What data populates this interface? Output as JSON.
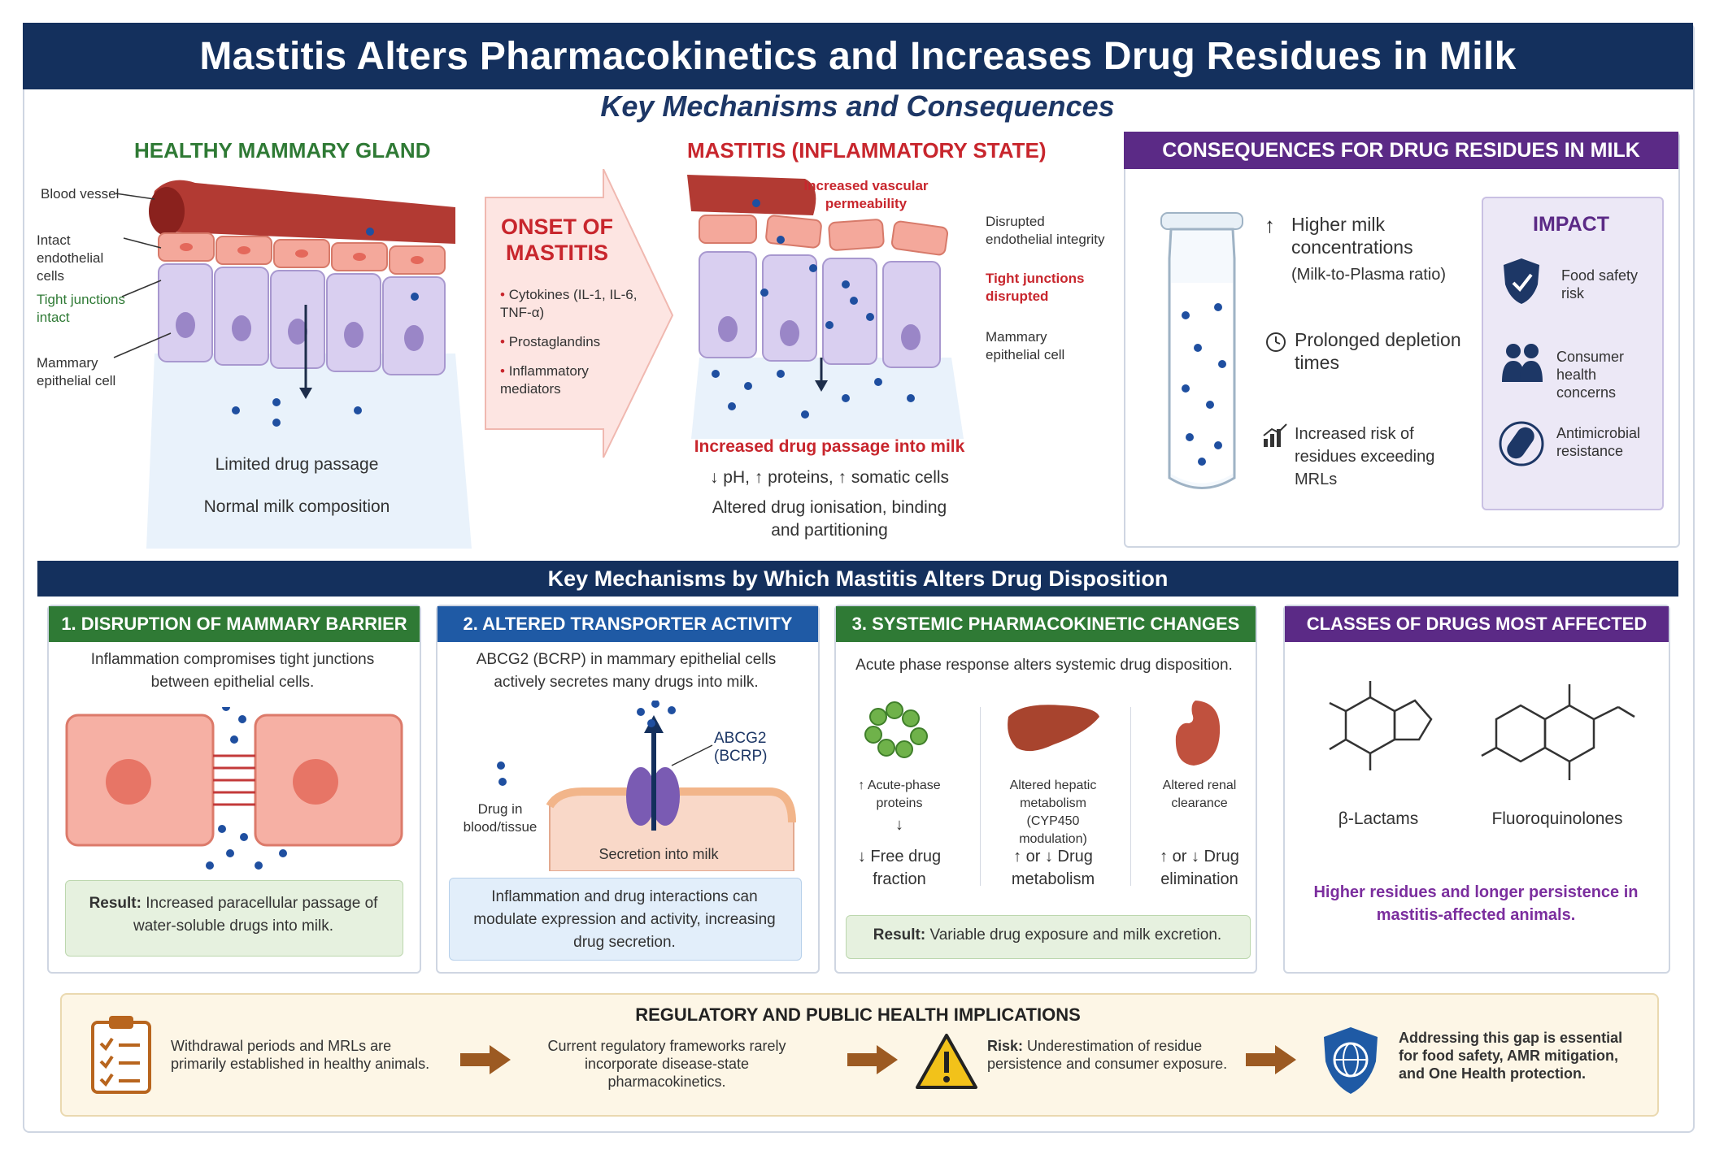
{
  "title": "Mastitis Alters Pharmacokinetics and Increases Drug Residues in Milk",
  "subtitle": "Key Mechanisms and Consequences",
  "healthy": {
    "heading": "HEALTHY MAMMARY GLAND",
    "labels": {
      "blood_vessel": "Blood vessel",
      "endothelial": "Intact endothelial cells",
      "tight_junctions": "Tight junctions intact",
      "epithelial": "Mammary epithelial cell"
    },
    "caption1": "Limited drug passage",
    "caption2": "Normal milk composition"
  },
  "onset": {
    "title": "ONSET OF MASTITIS",
    "items": [
      "Cytokines (IL-1, IL-6, TNF-α)",
      "Prostaglandins",
      "Inflammatory mediators"
    ]
  },
  "mastitis": {
    "heading": "MASTITIS (INFLAMMATORY STATE)",
    "labels": {
      "vascular": "Increased vascular permeability",
      "disrupted_endo": "Disrupted endothelial integrity",
      "tj_disrupted": "Tight junctions disrupted",
      "epithelial": "Mammary epithelial cell"
    },
    "caption_red": "Increased drug passage into milk",
    "caption2": "↓ pH, ↑ proteins, ↑ somatic cells",
    "caption3": "Altered drug ionisation, binding and partitioning"
  },
  "consequences": {
    "heading": "CONSEQUENCES FOR DRUG RESIDUES IN MILK",
    "items": [
      {
        "icon": "up-arrow-icon",
        "text": "Higher milk concentrations",
        "sub": "(Milk-to-Plasma ratio)"
      },
      {
        "icon": "clock-icon",
        "text": "Prolonged depletion times"
      },
      {
        "icon": "chart-up-icon",
        "text": "Increased risk of residues exceeding MRLs"
      }
    ],
    "impact": {
      "title": "IMPACT",
      "items": [
        {
          "icon": "shield-icon",
          "text": "Food safety risk"
        },
        {
          "icon": "people-icon",
          "text": "Consumer health concerns"
        },
        {
          "icon": "capsule-icon",
          "text": "Antimicrobial resistance"
        }
      ]
    }
  },
  "mechanisms_band": "Key Mechanisms by Which Mastitis Alters Drug Disposition",
  "mech1": {
    "title": "1. DISRUPTION OF MAMMARY BARRIER",
    "text": "Inflammation compromises tight junctions between epithelial cells.",
    "result_label": "Result:",
    "result_text": "Increased paracellular passage of water-soluble drugs into milk."
  },
  "mech2": {
    "title": "2. ALTERED TRANSPORTER ACTIVITY",
    "text": "ABCG2 (BCRP) in mammary epithelial cells actively secretes many drugs into milk.",
    "transporter": "ABCG2 (BCRP)",
    "drug_label": "Drug in blood/tissue",
    "secretion": "Secretion into milk",
    "note": "Inflammation and drug interactions can modulate expression and activity, increasing drug secretion."
  },
  "mech3": {
    "title": "3. SYSTEMIC PHARMACOKINETIC CHANGES",
    "text": "Acute phase response alters systemic drug disposition.",
    "cols": [
      {
        "label": "↑ Acute-phase proteins",
        "arrow": "↓",
        "effect": "↓ Free drug fraction"
      },
      {
        "label": "Altered hepatic metabolism (CYP450 modulation)",
        "effect": "↑ or ↓ Drug metabolism"
      },
      {
        "label": "Altered renal clearance",
        "effect": "↑ or ↓ Drug elimination"
      }
    ],
    "result_label": "Result:",
    "result_text": "Variable drug exposure and milk excretion."
  },
  "classes": {
    "title": "CLASSES OF DRUGS MOST AFFECTED",
    "drug1": "β-Lactams",
    "drug2": "Fluoroquinolones",
    "note": "Higher residues and longer persistence in mastitis-affected animals."
  },
  "regulatory": {
    "title": "REGULATORY AND PUBLIC HEALTH IMPLICATIONS",
    "items": [
      {
        "icon": "clipboard-icon",
        "text": "Withdrawal periods and MRLs are primarily established in healthy animals."
      },
      {
        "text": "Current regulatory frameworks rarely incorporate disease-state pharmacokinetics."
      },
      {
        "icon": "warning-icon",
        "label": "Risk:",
        "text": "Underestimation of residue persistence and consumer exposure."
      },
      {
        "icon": "globe-shield-icon",
        "text": "Addressing this gap is essential for food safety, AMR mitigation, and One Health protection."
      }
    ]
  },
  "colors": {
    "navy": "#14305d",
    "green": "#2f7a35",
    "blue": "#1f5aa5",
    "purple": "#5b2a86",
    "red": "#c8262d"
  }
}
